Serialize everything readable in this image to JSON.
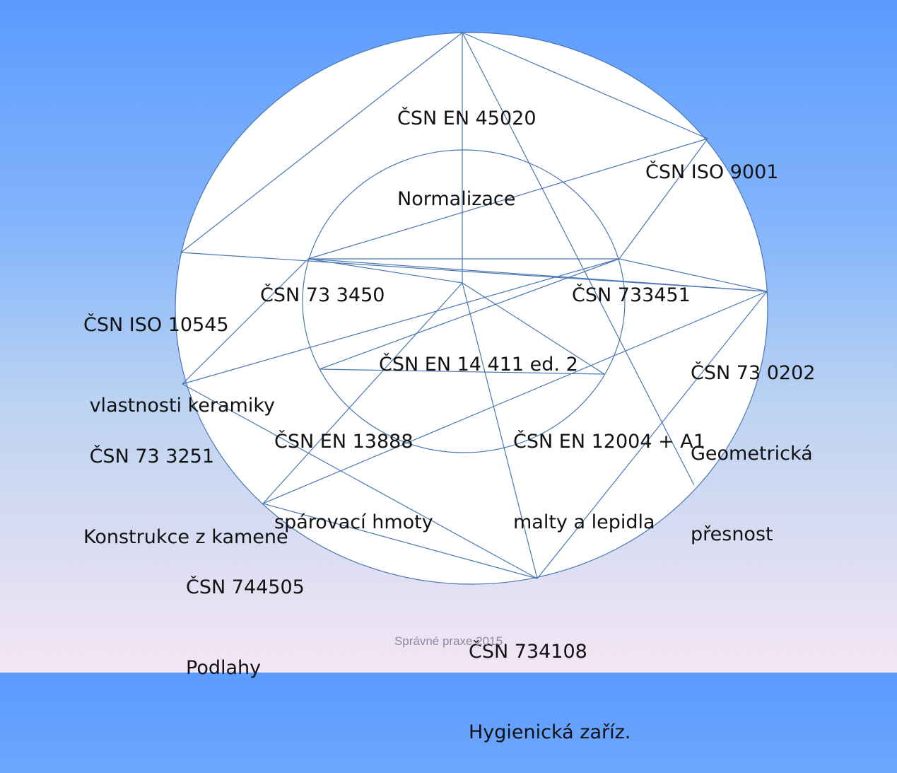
{
  "colors": {
    "line": "#4a76b5",
    "circle_fill": "#ffffff",
    "text": "#111111",
    "footer": "#8c8c9c"
  },
  "nodes": {
    "n45020": [
      "ČSN EN 45020",
      "Normalizace"
    ],
    "n9001": [
      "ČSN ISO 9001"
    ],
    "n3450": [
      "ČSN 73 3450"
    ],
    "n733451": [
      "ČSN 733451"
    ],
    "n10545": [
      "ČSN ISO 10545",
      " vlastnosti keramiky"
    ],
    "n14411": [
      "ČSN EN 14 411 ed. 2"
    ],
    "n0202": [
      "ČSN 73 0202",
      "Geometrická",
      "přesnost"
    ],
    "n3251": [
      " ČSN 73 3251",
      "Konstrukce z kamene"
    ],
    "n13888": [
      "ČSN EN 13888",
      "spárovací hmoty"
    ],
    "n12004": [
      "ČSN EN 12004 + A1",
      "malty a lepidla"
    ],
    "n744505": [
      "ČSN 744505",
      "Podlahy"
    ],
    "n734108": [
      "ČSN 734108",
      "Hygienická zaříz."
    ]
  },
  "footer": "Správné praxe 2015"
}
